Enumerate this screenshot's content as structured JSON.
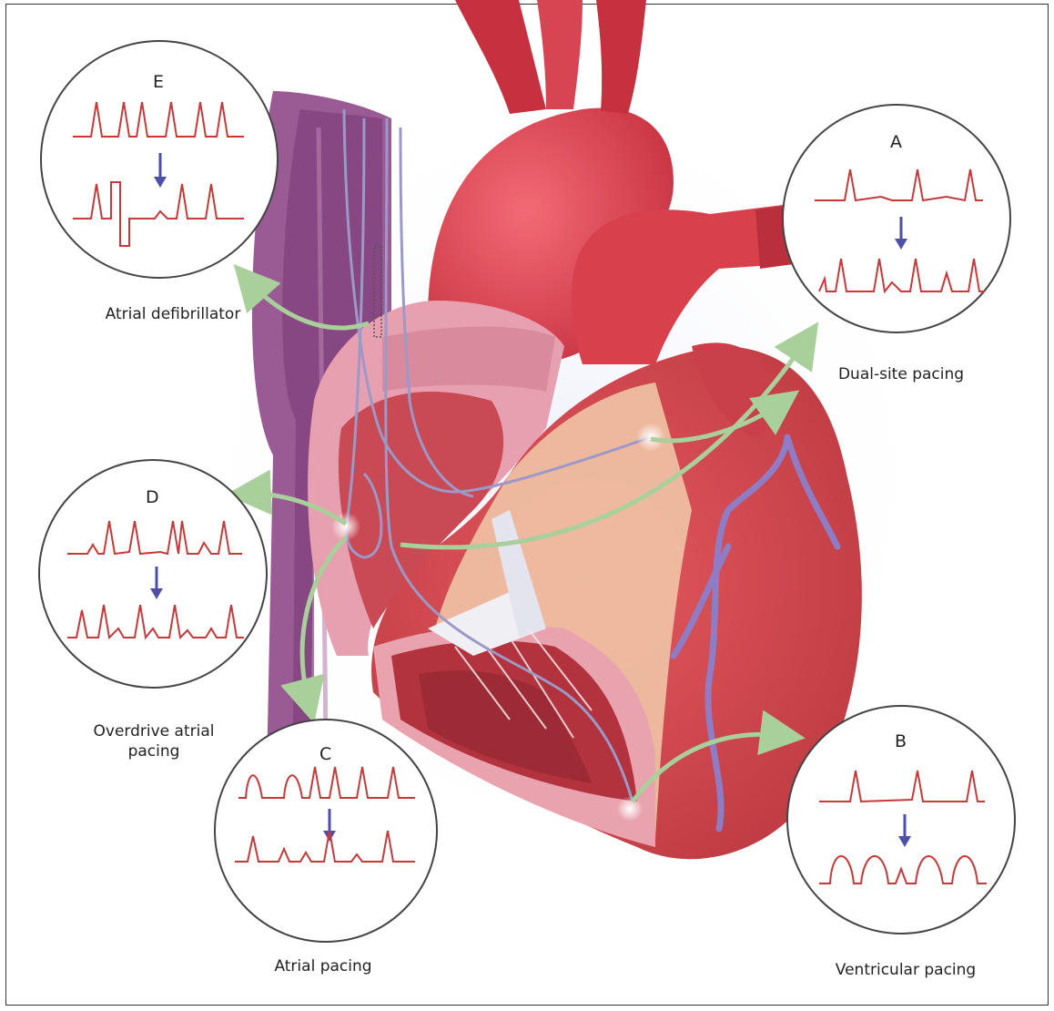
{
  "panels": {
    "A": {
      "letter": "A",
      "label": "Dual-site pacing"
    },
    "B": {
      "letter": "B",
      "label": "Ventricular pacing"
    },
    "C": {
      "letter": "C",
      "label": "Atrial pacing"
    },
    "D": {
      "letter": "D",
      "label": "Overdrive atrial\npacing"
    },
    "E": {
      "letter": "E",
      "label": "Atrial defibrillator"
    }
  },
  "colors": {
    "ecg": "#c43a3a",
    "arrow_green": "#a9cf9a",
    "down_arrow": "#4d4fa8",
    "heart_red": "#d9464f",
    "heart_pink": "#e9a1ad",
    "vena_purple": "#8a4e86",
    "lead_wire": "#9c98c8"
  }
}
